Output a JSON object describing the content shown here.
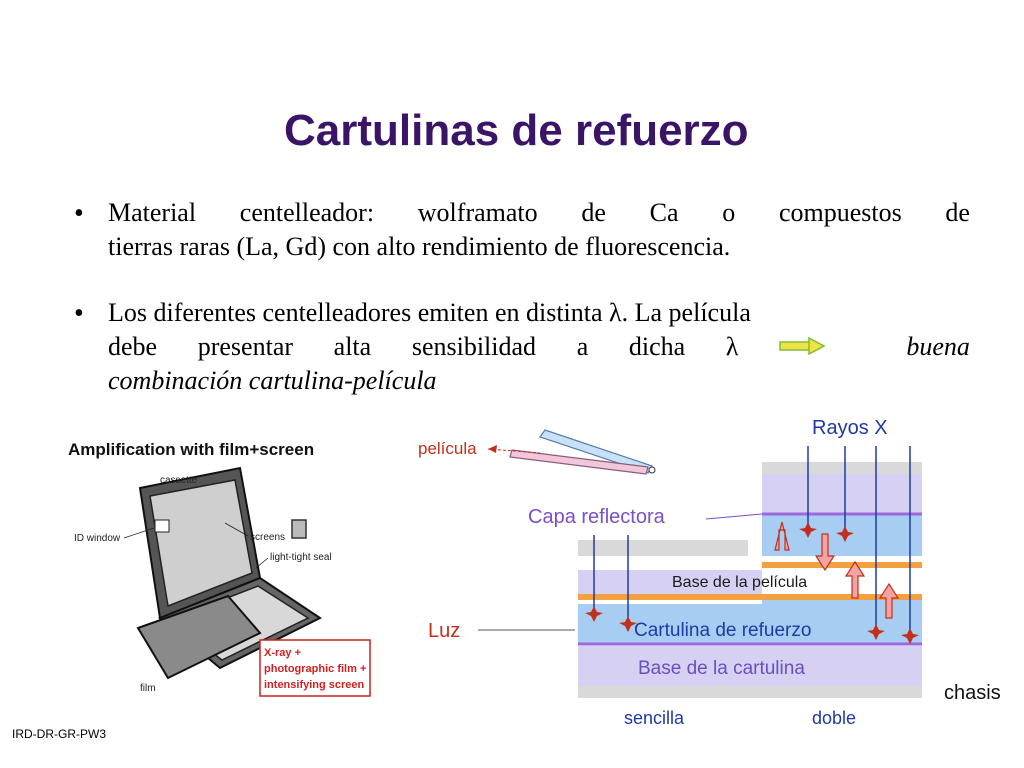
{
  "slide": {
    "title": "Cartulinas de refuerzo",
    "bullet_symbol": "•",
    "bullets": [
      {
        "lines": [
          [
            "Material",
            "centelleador:",
            "wolframato",
            "de",
            "Ca",
            "o",
            "compuestos",
            "de"
          ],
          "tierras raras (La, Gd) con alto rendimiento de fluorescencia."
        ]
      },
      {
        "line1": "Los diferentes centelleadores emiten en distinta λ.  La película",
        "line2_words": [
          "debe",
          "presentar",
          "alta",
          "sensibilidad",
          "a",
          "dicha",
          "λ"
        ],
        "line2_italic": "buena",
        "line3_italic": "combinación cartulina-película"
      }
    ],
    "footer": "IRD-DR-GR-PW3"
  },
  "left_figure": {
    "heading": "Amplification with film+screen",
    "labels": {
      "cassette": "cassette",
      "id_window": "ID window",
      "screens": "screens",
      "light_tight_seal": "light-tight seal",
      "film": "film"
    },
    "callout_lines": [
      "X-ray +",
      "photographic film +",
      "intensifying screen"
    ]
  },
  "right_figure": {
    "pelicula": "película",
    "rayos_x": "Rayos X",
    "capa_reflectora": "Capa reflectora",
    "base_pelicula": "Base de la película",
    "luz": "Luz",
    "cartulina_refuerzo": "Cartulina de refuerzo",
    "base_cartulina": "Base de la cartulina",
    "chasis": "chasis",
    "sencilla": "sencilla",
    "doble": "doble"
  },
  "colors": {
    "title": "#3a1466",
    "label_blue": "#1f3aa6",
    "label_red": "#c0301c",
    "purple_label": "#7a4fc9",
    "layer_blue": "#a8cdf2",
    "layer_purple": "#d6d0f2",
    "layer_gray": "#d9d9d9",
    "band_orange": "#f5a040",
    "arrow_pink": "#f2a4a4",
    "arrow_yellow": "#f2e24a",
    "arrow_green": "#7fbf2e",
    "callout_red": "#d21f1f"
  }
}
